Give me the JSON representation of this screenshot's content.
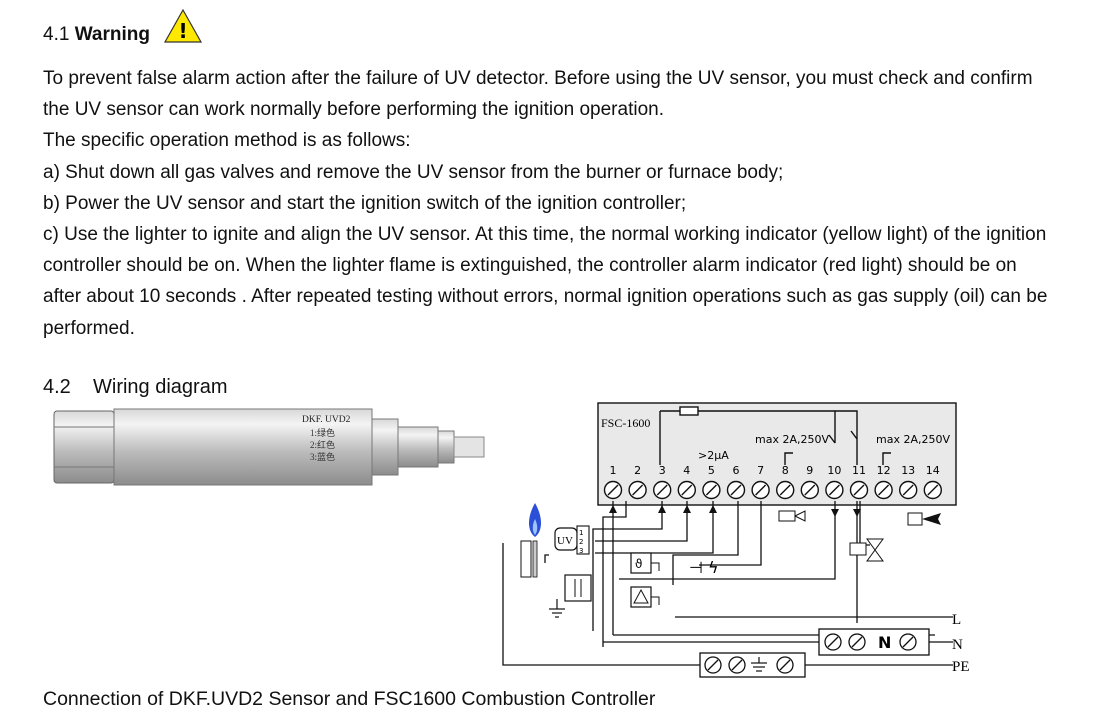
{
  "section1": {
    "number": "4.1",
    "title": "Warning",
    "warning_glyph": "!",
    "paragraphs": [
      "To prevent false alarm action after the failure of UV detector. Before using the UV sensor, you must check and confirm the UV sensor can work normally before performing the ignition operation.",
      "The specific operation method is as follows:",
      "a) Shut down all gas valves and remove the UV sensor from the burner or furnace body;",
      "b) Power the UV sensor and start the ignition switch of the ignition controller;",
      "c) Use the lighter to ignite and align the UV sensor. At this time, the normal working indicator (yellow light) of the ignition controller should be on. When the lighter flame is extinguished, the controller alarm indicator (red light) should be on after about 10 seconds . After repeated testing without errors, normal ignition operations such as gas supply (oil) can be performed."
    ]
  },
  "section2": {
    "number": "4.2",
    "title": "Wiring diagram"
  },
  "sensor": {
    "model": "DKF. UVD2",
    "wires": [
      "1:绿色",
      "2:红色",
      "3:蓝色"
    ]
  },
  "controller": {
    "name": "FSC-1600",
    "relay_rating_1": "max 2A,250V",
    "relay_rating_2": "max 2A,250V",
    "current_label": ">2µA",
    "terminals": [
      "1",
      "2",
      "3",
      "4",
      "5",
      "6",
      "7",
      "8",
      "9",
      "10",
      "11",
      "12",
      "13",
      "14"
    ]
  },
  "diagram_labels": {
    "uv": "UV",
    "uv_pins": [
      "1",
      "2",
      "3"
    ],
    "line_l": "L",
    "line_n": "N",
    "line_pe": "PE",
    "neutral_block": "N"
  },
  "caption": "Connection of DKF.UVD2 Sensor and FSC1600 Combustion Controller"
}
